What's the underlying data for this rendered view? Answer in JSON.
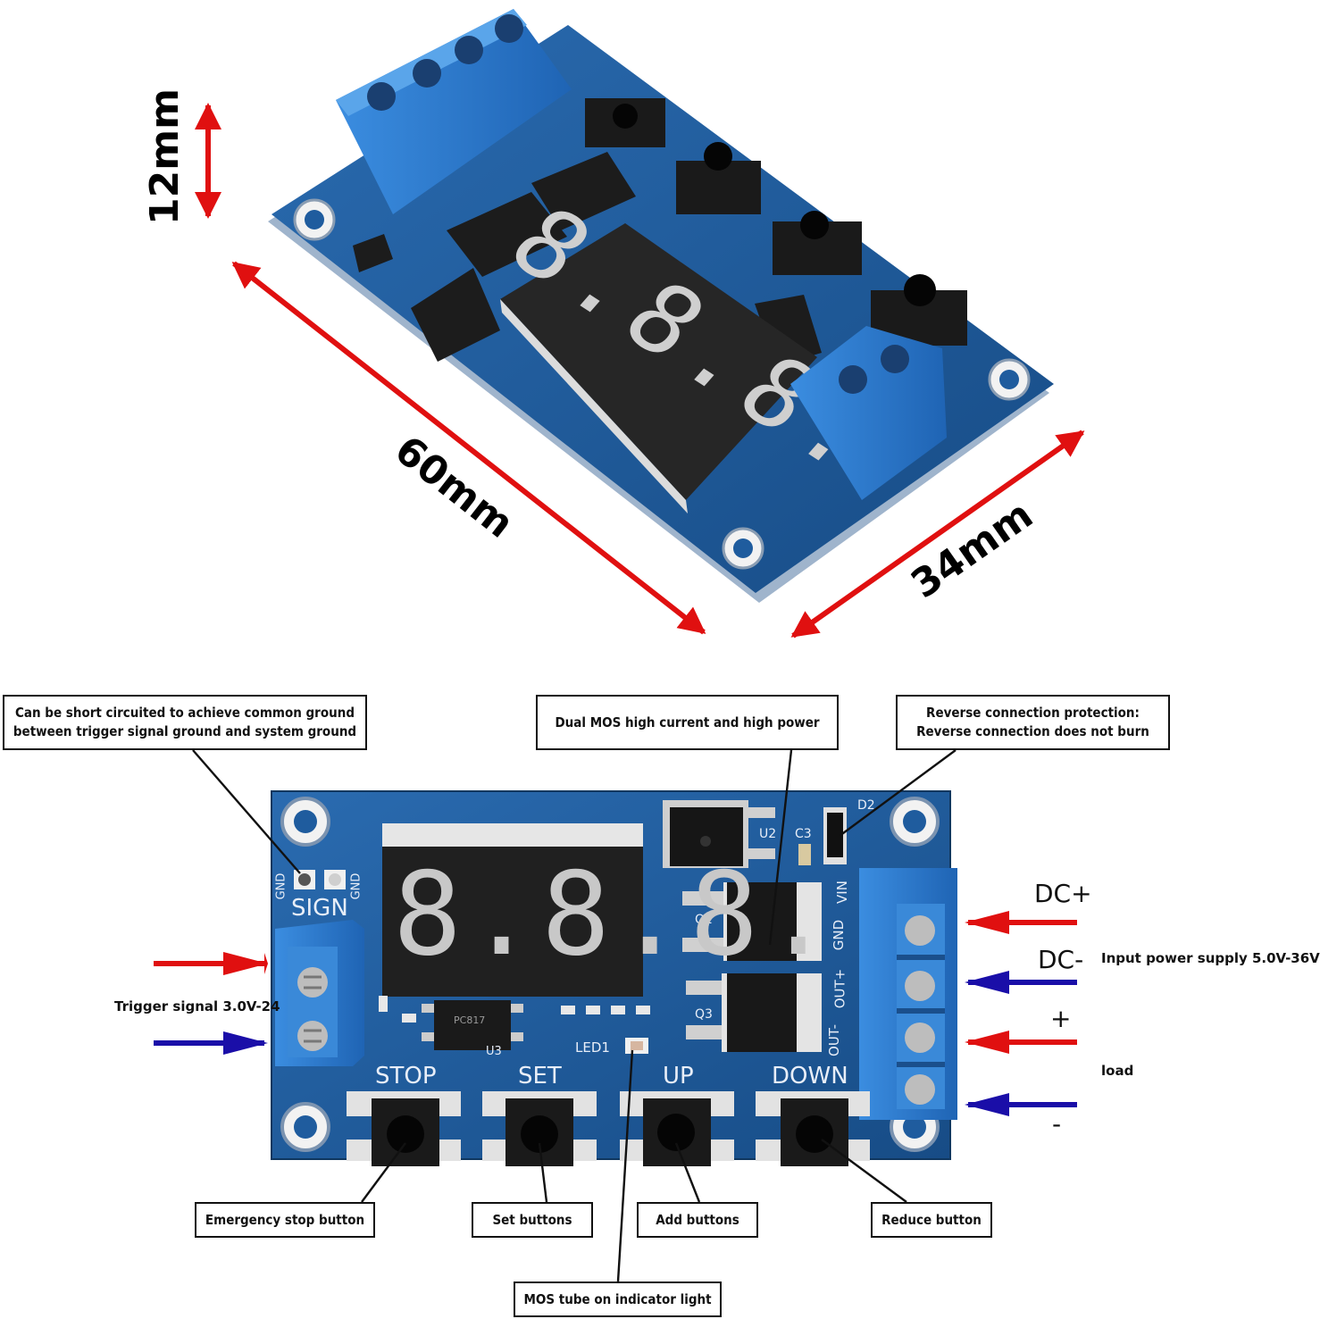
{
  "dimensions": {
    "height": "12mm",
    "length": "60mm",
    "width": "34mm"
  },
  "callouts": {
    "common_ground": [
      "Can be short circuited to achieve common ground",
      "between trigger signal ground and system ground"
    ],
    "dual_mos": "Dual MOS high current and high power",
    "reverse_protection": [
      "Reverse connection protection:",
      "Reverse connection does not burn"
    ],
    "emergency_stop": "Emergency stop button",
    "set_buttons": "Set buttons",
    "add_buttons": "Add buttons",
    "reduce_button": "Reduce button",
    "mos_indicator": "MOS tube on indicator light"
  },
  "side_labels": {
    "trigger_signal": "Trigger signal 3.0V-24",
    "input_power": "Input power supply 5.0V-36V",
    "load": "load"
  },
  "pin_labels": {
    "dc_plus": "DC+",
    "dc_minus": "DC-",
    "plus": "+",
    "minus": "-"
  },
  "board_silkscreen": {
    "sign": "SIGN",
    "gnd": "GND",
    "stop": "STOP",
    "set": "SET",
    "up": "UP",
    "down": "DOWN",
    "led1": "LED1",
    "u2": "U2",
    "u3": "U3",
    "c3": "C3",
    "d2": "D2",
    "q2": "Q2",
    "q3": "Q3",
    "vin": "VIN",
    "gnd_pin": "GND",
    "out_plus": "OUT+",
    "out_minus": "OUT-",
    "optocoupler": "PC817",
    "display_digits": "8.8.8."
  },
  "colors": {
    "pcb_blue": "#1f5c9e",
    "terminal_blue": "#2f7fd0",
    "arrow_red": "#e01010",
    "arrow_blue": "#1a0ea8"
  }
}
